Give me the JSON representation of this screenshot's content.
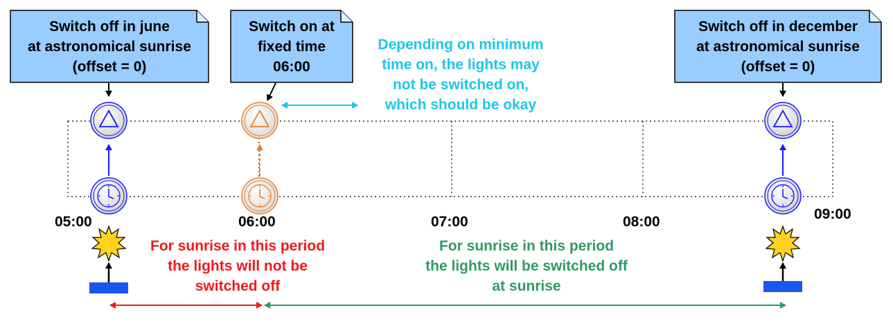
{
  "notes": {
    "june": [
      "Switch off in june",
      "at astronomical sunrise",
      "(offset = 0)"
    ],
    "fixed": [
      "Switch on at",
      "fixed time",
      "06:00"
    ],
    "december": [
      "Switch off in december",
      "at astronomical sunrise",
      "(offset = 0)"
    ]
  },
  "annotations": {
    "min_time": [
      "Depending on minimum",
      "time on, the lights may",
      "not be switched on,",
      "which should be okay"
    ],
    "not_switched": [
      "For sunrise in this period",
      "the lights will not be",
      "switched off"
    ],
    "switched": [
      "For sunrise in this period",
      "the lights will be switched off",
      "at sunrise"
    ]
  },
  "timeline": {
    "ticks": [
      "05:00",
      "06:00",
      "07:00",
      "08:00",
      "09:00"
    ]
  },
  "colors": {
    "note_fill": "#99ccff",
    "blue_node": "#1a1aff",
    "orange_node": "#f07f2a",
    "cyan": "#1ec6e6",
    "red": "#f0181c",
    "green": "#2e9a65",
    "sun": "#ffd21e",
    "sensor": "#1a56f0"
  },
  "icons": {
    "trigger": "triangle-icon",
    "timer": "clock-icon",
    "sunrise": "sun-icon",
    "sensor": "light-sensor-icon"
  }
}
